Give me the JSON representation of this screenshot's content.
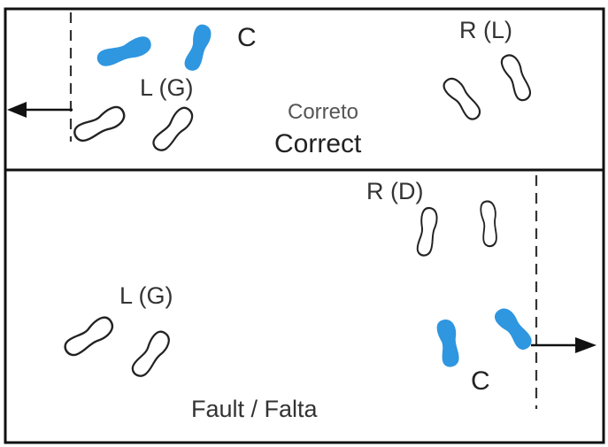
{
  "colors": {
    "highlight_shoe": "#2f96e0",
    "outline": "#222222",
    "background": "#ffffff"
  },
  "top_panel": {
    "label_c": "C",
    "label_right": "R (L)",
    "label_left": "L (G)",
    "caption_pt": "Correto",
    "caption_en": "Correct"
  },
  "bottom_panel": {
    "label_right": "R (D)",
    "label_left": "L (G)",
    "label_c": "C",
    "caption": "Fault / Falta"
  }
}
